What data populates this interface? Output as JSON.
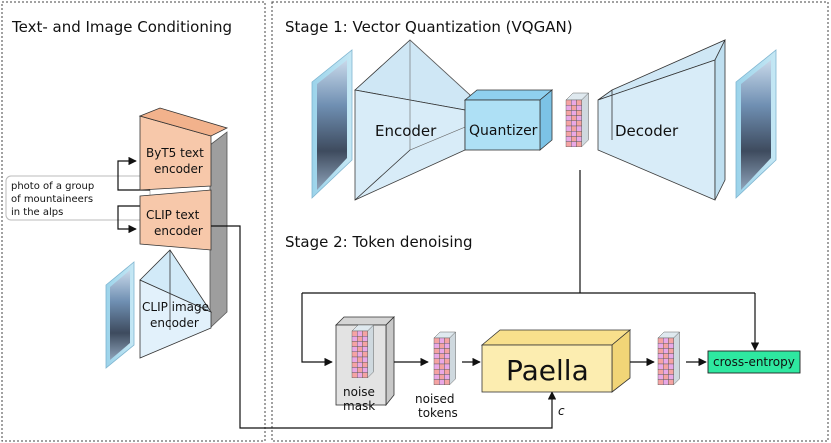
{
  "panels": {
    "left_title": "Text- and Image Conditioning",
    "stage1_title": "Stage 1: Vector Quantization (VQGAN)",
    "stage2_title": "Stage 2: Token denoising"
  },
  "conditioning": {
    "prompt_lines": [
      "photo of a group",
      "of mountaineers",
      "in the alps"
    ],
    "byt5_lines": [
      "ByT5 text",
      "encoder"
    ],
    "clip_text_lines": [
      "CLIP text",
      "encoder"
    ],
    "clip_image_lines": [
      "CLIP image",
      "encoder"
    ]
  },
  "vqgan": {
    "encoder": "Encoder",
    "quantizer": "Quantizer",
    "decoder": "Decoder"
  },
  "denoising": {
    "noise_mask_lines": [
      "noise",
      "mask"
    ],
    "noised_tokens_lines": [
      "noised",
      "tokens"
    ],
    "model": "Paella",
    "loss": "cross-entropy",
    "condition_symbol": "c"
  },
  "colors": {
    "encoder_fill": "#d6ecf8",
    "quantizer_fill": "#aee0f5",
    "text_encoder_fill": "#f7c8aa",
    "clip_image_fill": "#e2f1fb",
    "paella_fill": "#fcedb0",
    "loss_fill": "#2ee8a0",
    "noise_mask_fill": "#e3e3e3",
    "token_colors": [
      "#f5a3a3",
      "#a8e6a8",
      "#a9c8f0",
      "#e9a8e6",
      "#f3e39b",
      "#a6e8e2"
    ]
  }
}
